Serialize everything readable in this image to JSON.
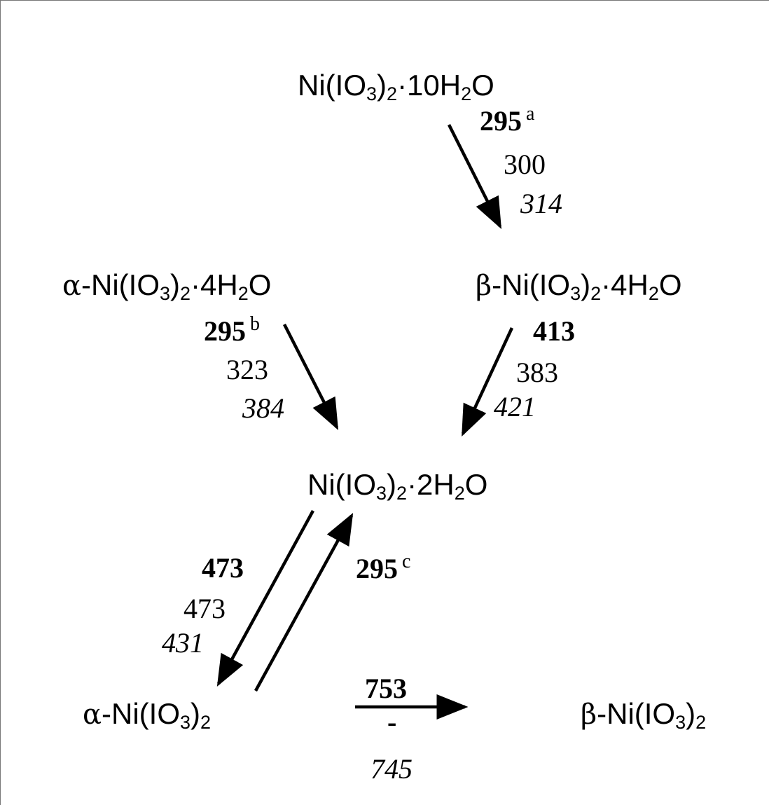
{
  "compounds": {
    "top": {
      "text": "Ni(IO",
      "sub1": "3",
      "mid": ")",
      "sub2": "2",
      "tail": "·10H",
      "sub3": "2",
      "end": "O"
    },
    "alpha4": {
      "greek": "α",
      "text": "-Ni(IO",
      "sub1": "3",
      "mid": ")",
      "sub2": "2",
      "tail": "·4H",
      "sub3": "2",
      "end": "O"
    },
    "beta4": {
      "greek": "β",
      "text": "-Ni(IO",
      "sub1": "3",
      "mid": ")",
      "sub2": "2",
      "tail": "·4H",
      "sub3": "2",
      "end": "O"
    },
    "dihydrate": {
      "text": "Ni(IO",
      "sub1": "3",
      "mid": ")",
      "sub2": "2",
      "tail": "·2H",
      "sub3": "2",
      "end": "O"
    },
    "alpha0": {
      "greek": "α",
      "text": "-Ni(IO",
      "sub1": "3",
      "mid": ")",
      "sub2": "2"
    },
    "beta0": {
      "greek": "β",
      "text": "-Ni(IO",
      "sub1": "3",
      "mid": ")",
      "sub2": "2"
    }
  },
  "transitions": {
    "t1": {
      "bold": "295",
      "note": "a",
      "normal": "300",
      "italic": "314"
    },
    "t2": {
      "bold": "295",
      "note": "b",
      "normal": "323",
      "italic": "384"
    },
    "t3": {
      "bold": "413",
      "normal": "383",
      "italic": "421"
    },
    "t4": {
      "bold": "473",
      "normal": "473",
      "italic": "431"
    },
    "t5": {
      "bold": "295",
      "note": "c"
    },
    "t6": {
      "bold": "753",
      "normal": "-",
      "italic": "745"
    }
  },
  "colors": {
    "ink": "#000000",
    "frame": "#777777",
    "background": "#ffffff"
  }
}
